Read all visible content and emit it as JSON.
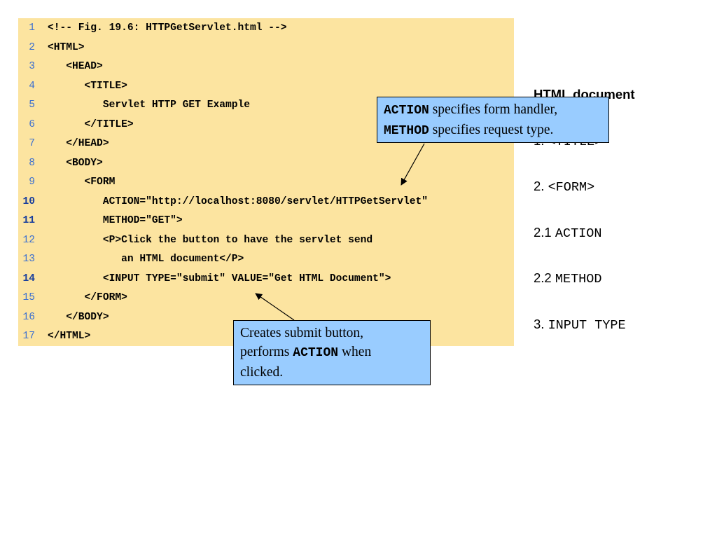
{
  "code": {
    "lines": [
      {
        "n": "1",
        "text": "<!-- Fig. 19.6: HTTPGetServlet.html -->",
        "hl": false
      },
      {
        "n": "2",
        "text": "<HTML>",
        "hl": false
      },
      {
        "n": "3",
        "text": "   <HEAD>",
        "hl": false
      },
      {
        "n": "4",
        "text": "      <TITLE>",
        "hl": false
      },
      {
        "n": "5",
        "text": "         Servlet HTTP GET Example",
        "hl": false
      },
      {
        "n": "6",
        "text": "      </TITLE>",
        "hl": false
      },
      {
        "n": "7",
        "text": "   </HEAD>",
        "hl": false
      },
      {
        "n": "8",
        "text": "   <BODY>",
        "hl": false
      },
      {
        "n": "9",
        "text": "      <FORM",
        "hl": false
      },
      {
        "n": "10",
        "text": "         ACTION=\"http://localhost:8080/servlet/HTTPGetServlet\"",
        "hl": true
      },
      {
        "n": "11",
        "text": "         METHOD=\"GET\">",
        "hl": true
      },
      {
        "n": "12",
        "text": "         <P>Click the button to have the servlet send",
        "hl": false
      },
      {
        "n": "13",
        "text": "            an HTML document</P>",
        "hl": false
      },
      {
        "n": "14",
        "text": "         <INPUT TYPE=\"submit\" VALUE=\"Get HTML Document\">",
        "hl": true
      },
      {
        "n": "15",
        "text": "      </FORM>",
        "hl": false
      },
      {
        "n": "16",
        "text": "   </BODY>",
        "hl": false
      },
      {
        "n": "17",
        "text": "</HTML>",
        "hl": false
      }
    ]
  },
  "outline": {
    "title": "HTML document",
    "item1_prefix": "1. ",
    "item1_code": "<TITLE>",
    "item2_prefix": "2. ",
    "item2_code": "<FORM>",
    "item21_prefix": "2.1 ",
    "item21_code": "ACTION",
    "item22_prefix": "2.2 ",
    "item22_code": "METHOD",
    "item3_prefix": "3. ",
    "item3_code": "INPUT TYPE"
  },
  "callout_top": {
    "kw1": "ACTION",
    "text1": " specifies form handler,",
    "kw2": "METHOD",
    "text2": " specifies request type."
  },
  "callout_bottom": {
    "line1": "Creates submit button,",
    "pre2": "performs ",
    "kw": "ACTION",
    "post2": " when",
    "line3": "clicked."
  },
  "colors": {
    "code_bg": "#fce4a0",
    "callout_bg": "#99ccff",
    "line_number": "#3b6fd0"
  }
}
